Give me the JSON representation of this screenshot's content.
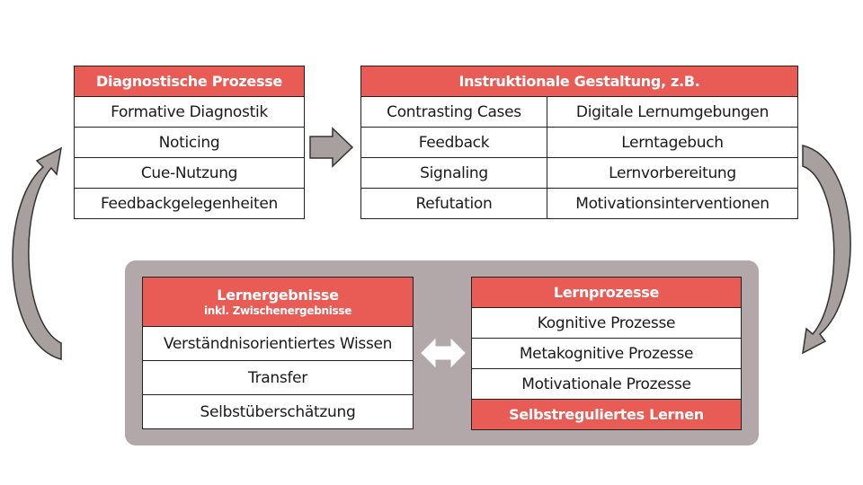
{
  "colors": {
    "header_red": "#e85c55",
    "panel_grey": "#b3a8a9",
    "arrow_grey": "#a89f9f",
    "border": "#222222"
  },
  "diagnostische_prozesse": {
    "header": "Diagnostische Prozesse",
    "items": [
      "Formative Diagnostik",
      "Noticing",
      "Cue-Nutzung",
      "Feedbackgelegenheiten"
    ]
  },
  "instruktionale_gestaltung": {
    "header": "Instruktionale Gestaltung, z.B.",
    "rows": [
      [
        "Contrasting Cases",
        "Digitale Lernumgebungen"
      ],
      [
        "Feedback",
        "Lerntagebuch"
      ],
      [
        "Signaling",
        "Lernvorbereitung"
      ],
      [
        "Refutation",
        "Motivationsinterventionen"
      ]
    ]
  },
  "lernergebnisse": {
    "header": "Lernergebnisse",
    "subheader": "inkl. Zwischenergebnisse",
    "items": [
      "Verständnisorientiertes Wissen",
      "Transfer",
      "Selbstüberschätzung"
    ]
  },
  "lernprozesse": {
    "header": "Lernprozesse",
    "items": [
      "Kognitive Prozesse",
      "Metakognitive Prozesse",
      "Motivationale Prozesse"
    ],
    "footer": "Selbstreguliertes Lernen"
  }
}
